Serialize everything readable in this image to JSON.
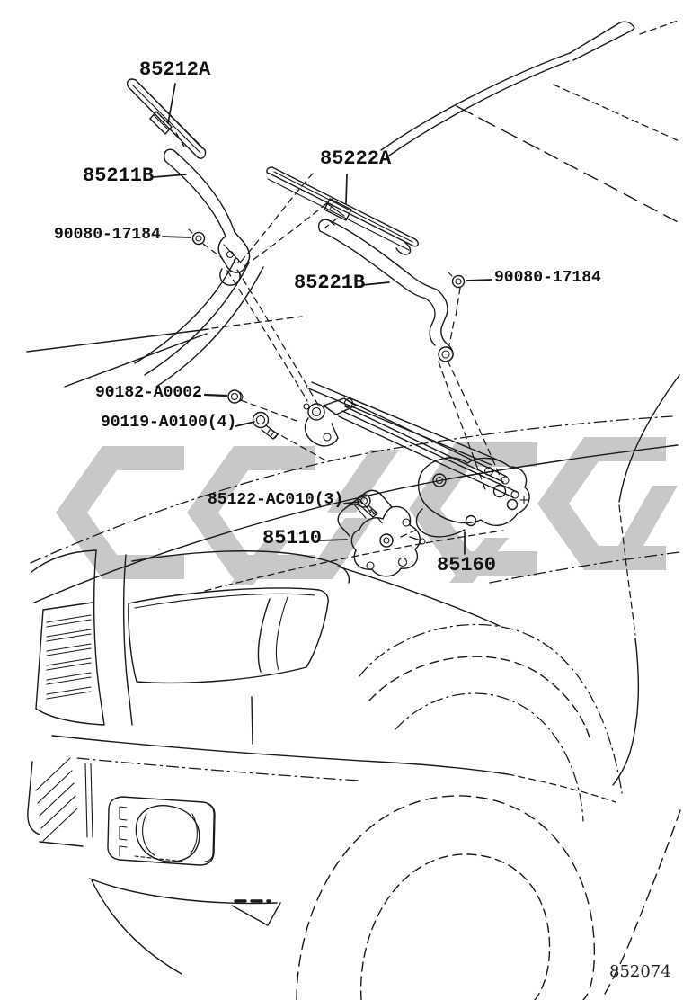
{
  "diagram": {
    "colors": {
      "line": "#1a1a1a",
      "watermark": "#c8c8c8",
      "background": "#ffffff"
    },
    "drawing_number": "852074",
    "callouts": [
      {
        "text": "85212A"
      },
      {
        "text": "85211B"
      },
      {
        "text": "90080-17184"
      },
      {
        "text": "85222A"
      },
      {
        "text": "85221B"
      },
      {
        "text": "90080-17184"
      },
      {
        "text": "90182-A0002"
      },
      {
        "text": "90119-A0100(4)"
      },
      {
        "text": "85122-AC010(3)"
      },
      {
        "text": "85110"
      },
      {
        "text": "85160"
      }
    ]
  }
}
